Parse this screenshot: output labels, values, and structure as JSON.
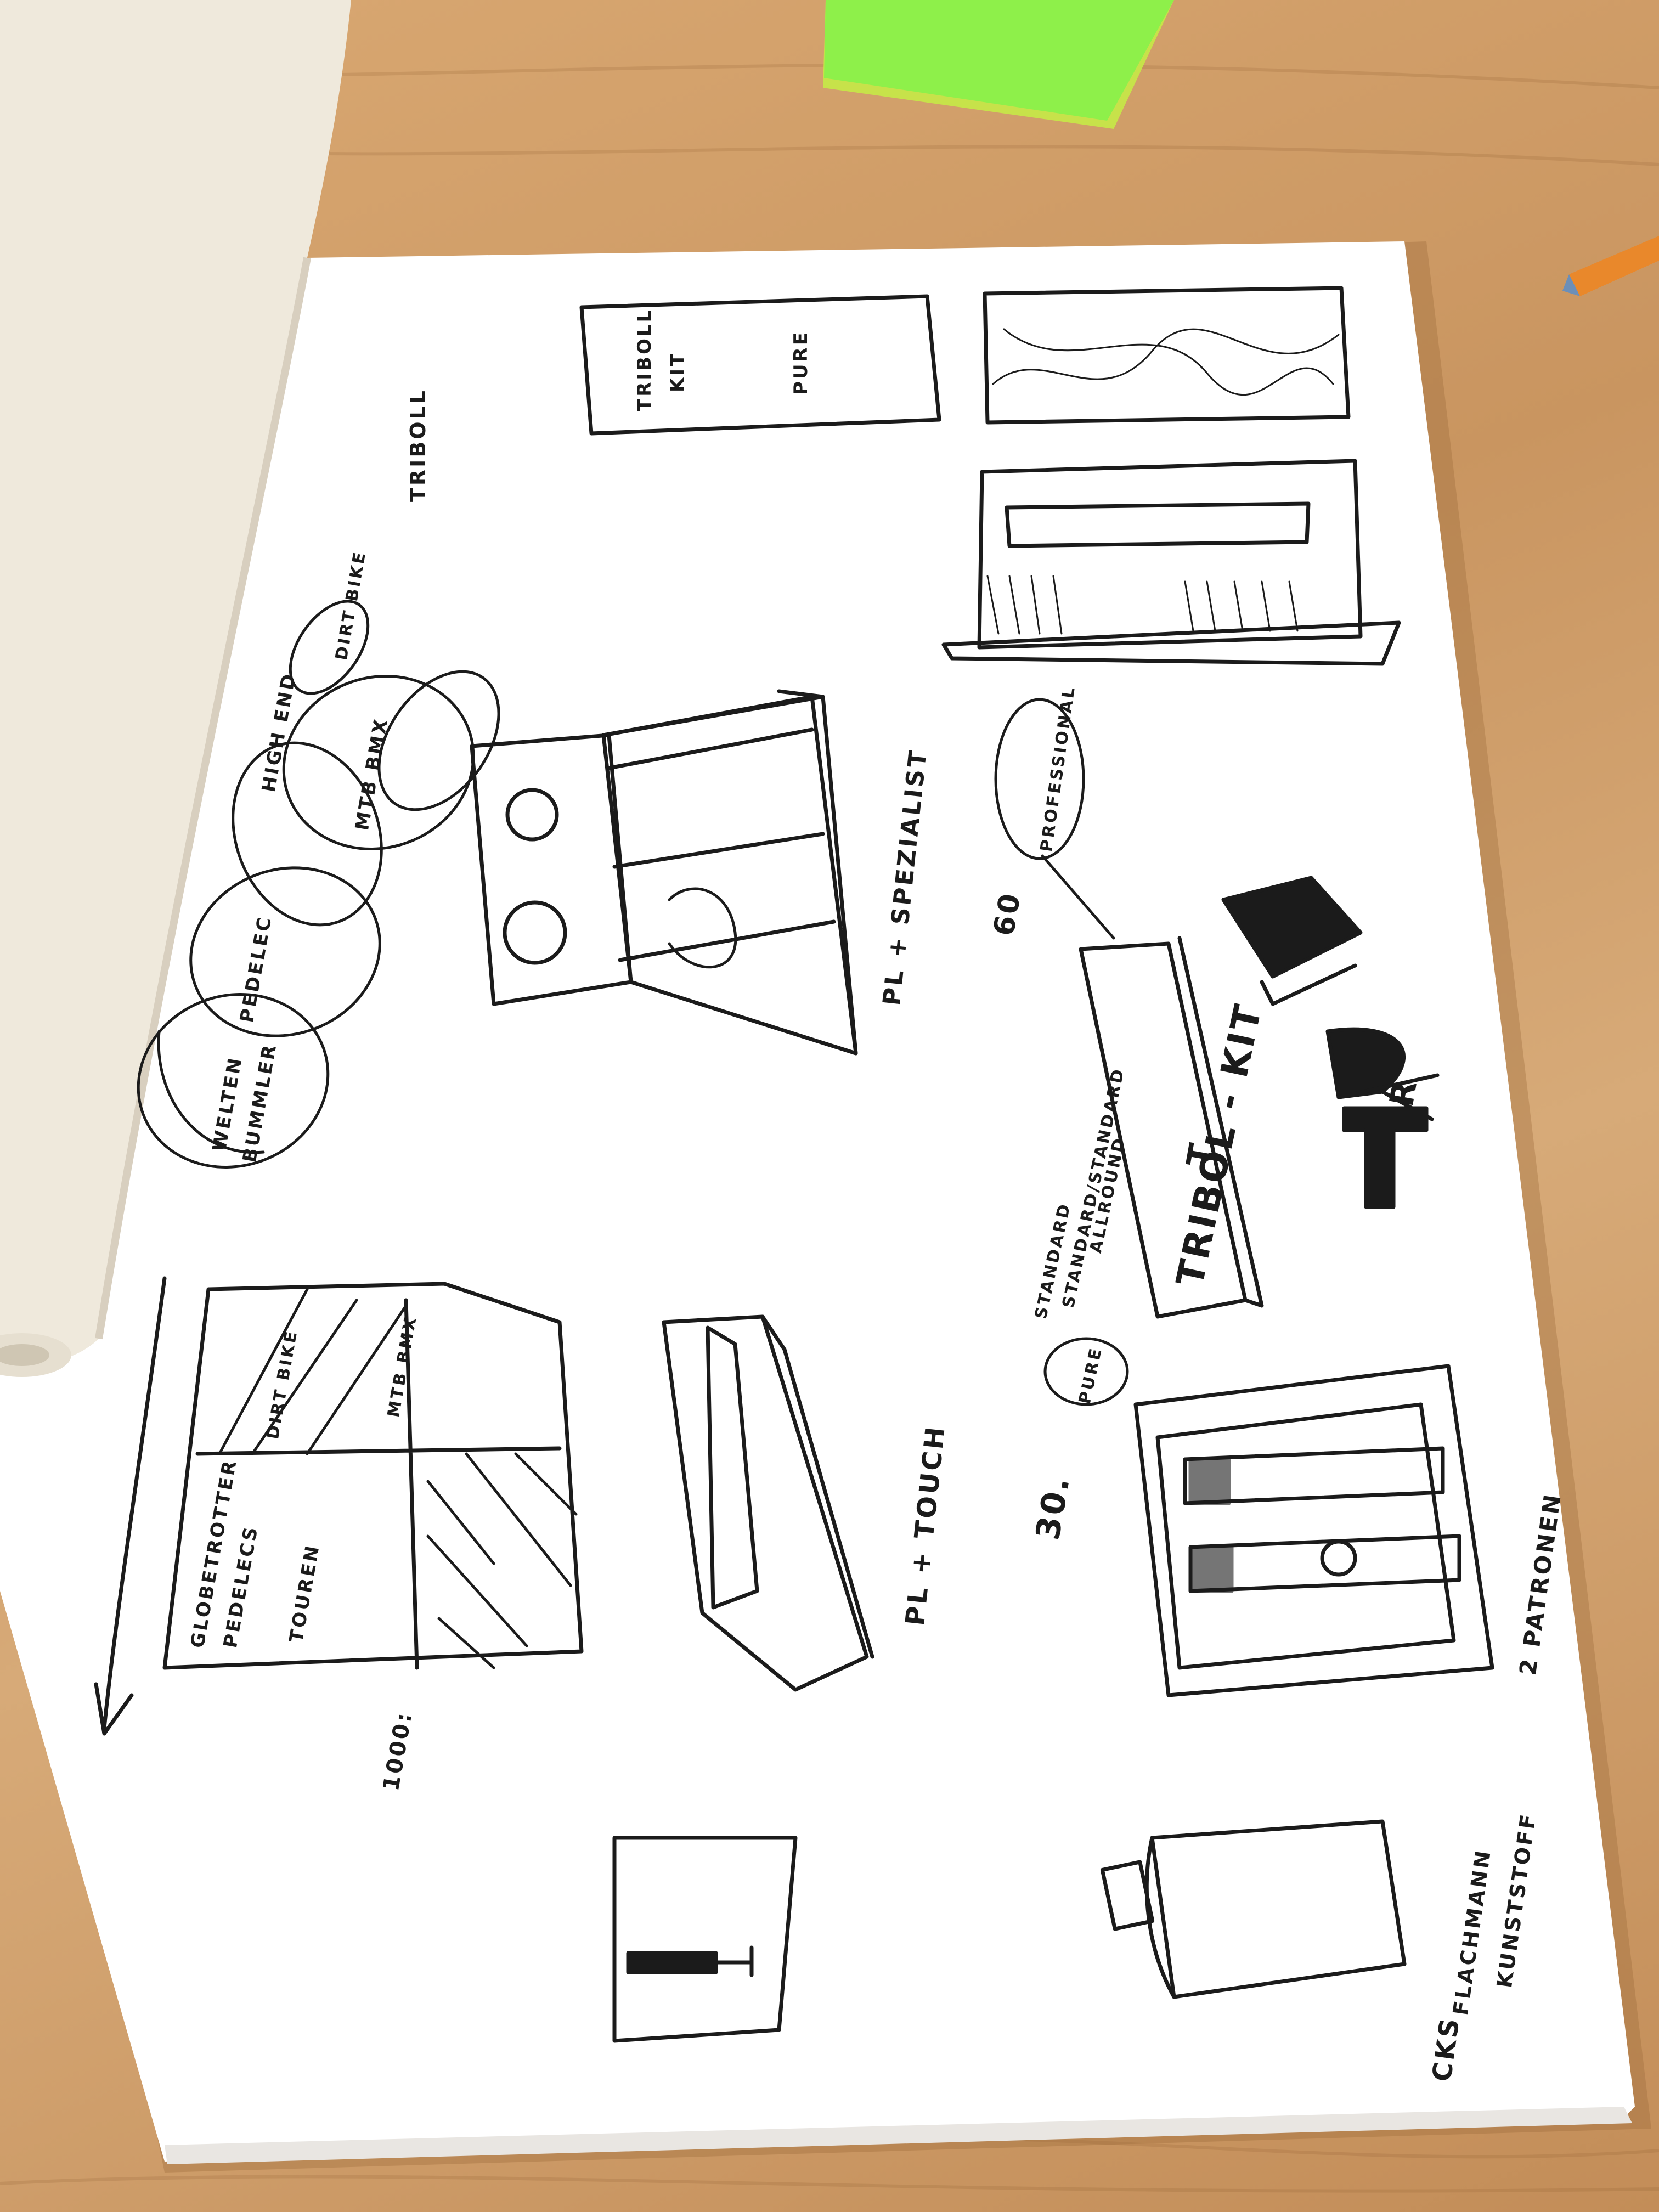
{
  "sketch": {
    "labels": {
      "triboll_top": "TRIBOLL",
      "triboll_kit_line1": "TRIBOLL",
      "triboll_kit_line2": "KIT",
      "pure_top": "PURE",
      "triboll_kit_long": "TRIBOL  -  KIT",
      "pl_spezialist": "PL +  SPEZIALIST",
      "pl_touch": "PL +  TOUCH",
      "welten_line1": "WELTEN",
      "welten_line2": "BUMMLER",
      "pedelec_circle": "PEDELEC",
      "high_end": "HIGH END",
      "mtb_bmx": "MTB BMX",
      "dirt_bike": "DIRT BIKE",
      "professional": "PROFESSIONAL",
      "standard_line1": "STANDARD",
      "standard_line2": "STANDARD/STANDARD",
      "standard_line3": "ALLROUND",
      "pure_circle": "PURE",
      "num_60": "60",
      "num_30": "30.",
      "num_1000": "1000:",
      "two_patronen": "2 PATRONEN",
      "globetrotter": "GLOBETROTTER",
      "pedelecs": "PEDELECS",
      "touren": "TOUREN",
      "citybike_dirt": "DIRT BIKE",
      "mtb_bmx_grid": "MTB BMX",
      "city_cks": "CKS",
      "flachmann": "FLACHMANN",
      "kunststoff": "KUNSTSTOFF",
      "logo_t": "T",
      "logo_r": "R"
    }
  },
  "colors": {
    "desk": "#c99560",
    "paper": "#ffffff",
    "paper_roll": "#f1ece0",
    "ink": "#1b1b1b",
    "sticky_note": "#8ef04a",
    "pencil": "#e9882b"
  }
}
